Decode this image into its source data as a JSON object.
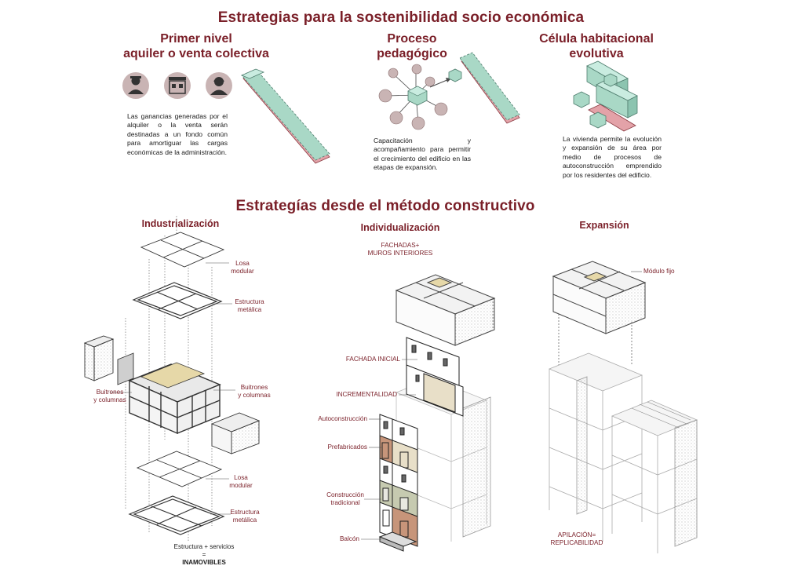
{
  "section1": {
    "title": "Estrategias para la sostenibilidad socio económica",
    "col1": {
      "title_line1": "Primer nivel",
      "title_line2": "aquiler o venta colectiva",
      "text": "Las ganancias generadas por el alquiler o la venta serán destinadas a un fondo común para amortiguar las cargas económicas de la administración."
    },
    "col2": {
      "title_line1": "Proceso",
      "title_line2": "pedagógico",
      "text": "Capacitación y acompañamiento para permitir el crecimiento del edificio en las etapas de expansión."
    },
    "col3": {
      "title_line1": "Célula habitacional",
      "title_line2": "evolutiva",
      "text": "La vivienda permite la evolución y expansión de su área por medio de procesos de autoconstrucción emprendido por los residentes del edificio."
    }
  },
  "section2": {
    "title": "Estrategías desde el método constructivo",
    "industrializacion": {
      "title": "Industrialización",
      "labels": {
        "losa_top": "Losa\nmodular",
        "estructura_top": "Estructura\nmetálica",
        "buitrones_left": "Buitrones\ny columnas",
        "buitrones_right": "Buitrones\ny columnas",
        "losa_bottom": "Losa\nmodular",
        "estructura_bottom": "Estructura\nmetálica"
      },
      "footer_line1": "Estructura + servicios",
      "footer_line2": "=",
      "footer_line3": "INAMOVIBLES"
    },
    "individualizacion": {
      "title": "Individualización",
      "top_label_line1": "FACHADAS+",
      "top_label_line2": "MUROS INTERIORES",
      "labels": {
        "fachada_inicial": "FACHADA INICIAL",
        "incrementalidad": "INCREMENTALIDAD",
        "autoconstruccion": "Autoconstrucción",
        "prefabricados": "Prefabricados",
        "construccion": "Construcción\ntradicional",
        "balcon": "Balcón"
      }
    },
    "expansion": {
      "title": "Expansión",
      "modulo": "Módulo fijo",
      "footer_line1": "APILACIÓN=",
      "footer_line2": "REPLICABILIDAD"
    }
  },
  "colors": {
    "accent": "#7a1f28",
    "glass": "#a9d8c6",
    "slab": "#e3a2a8",
    "icon_bg": "#c9b4b4",
    "panel_beige": "#e8dfc8",
    "panel_brown": "#c7957a",
    "panel_sage": "#c6cab0"
  }
}
